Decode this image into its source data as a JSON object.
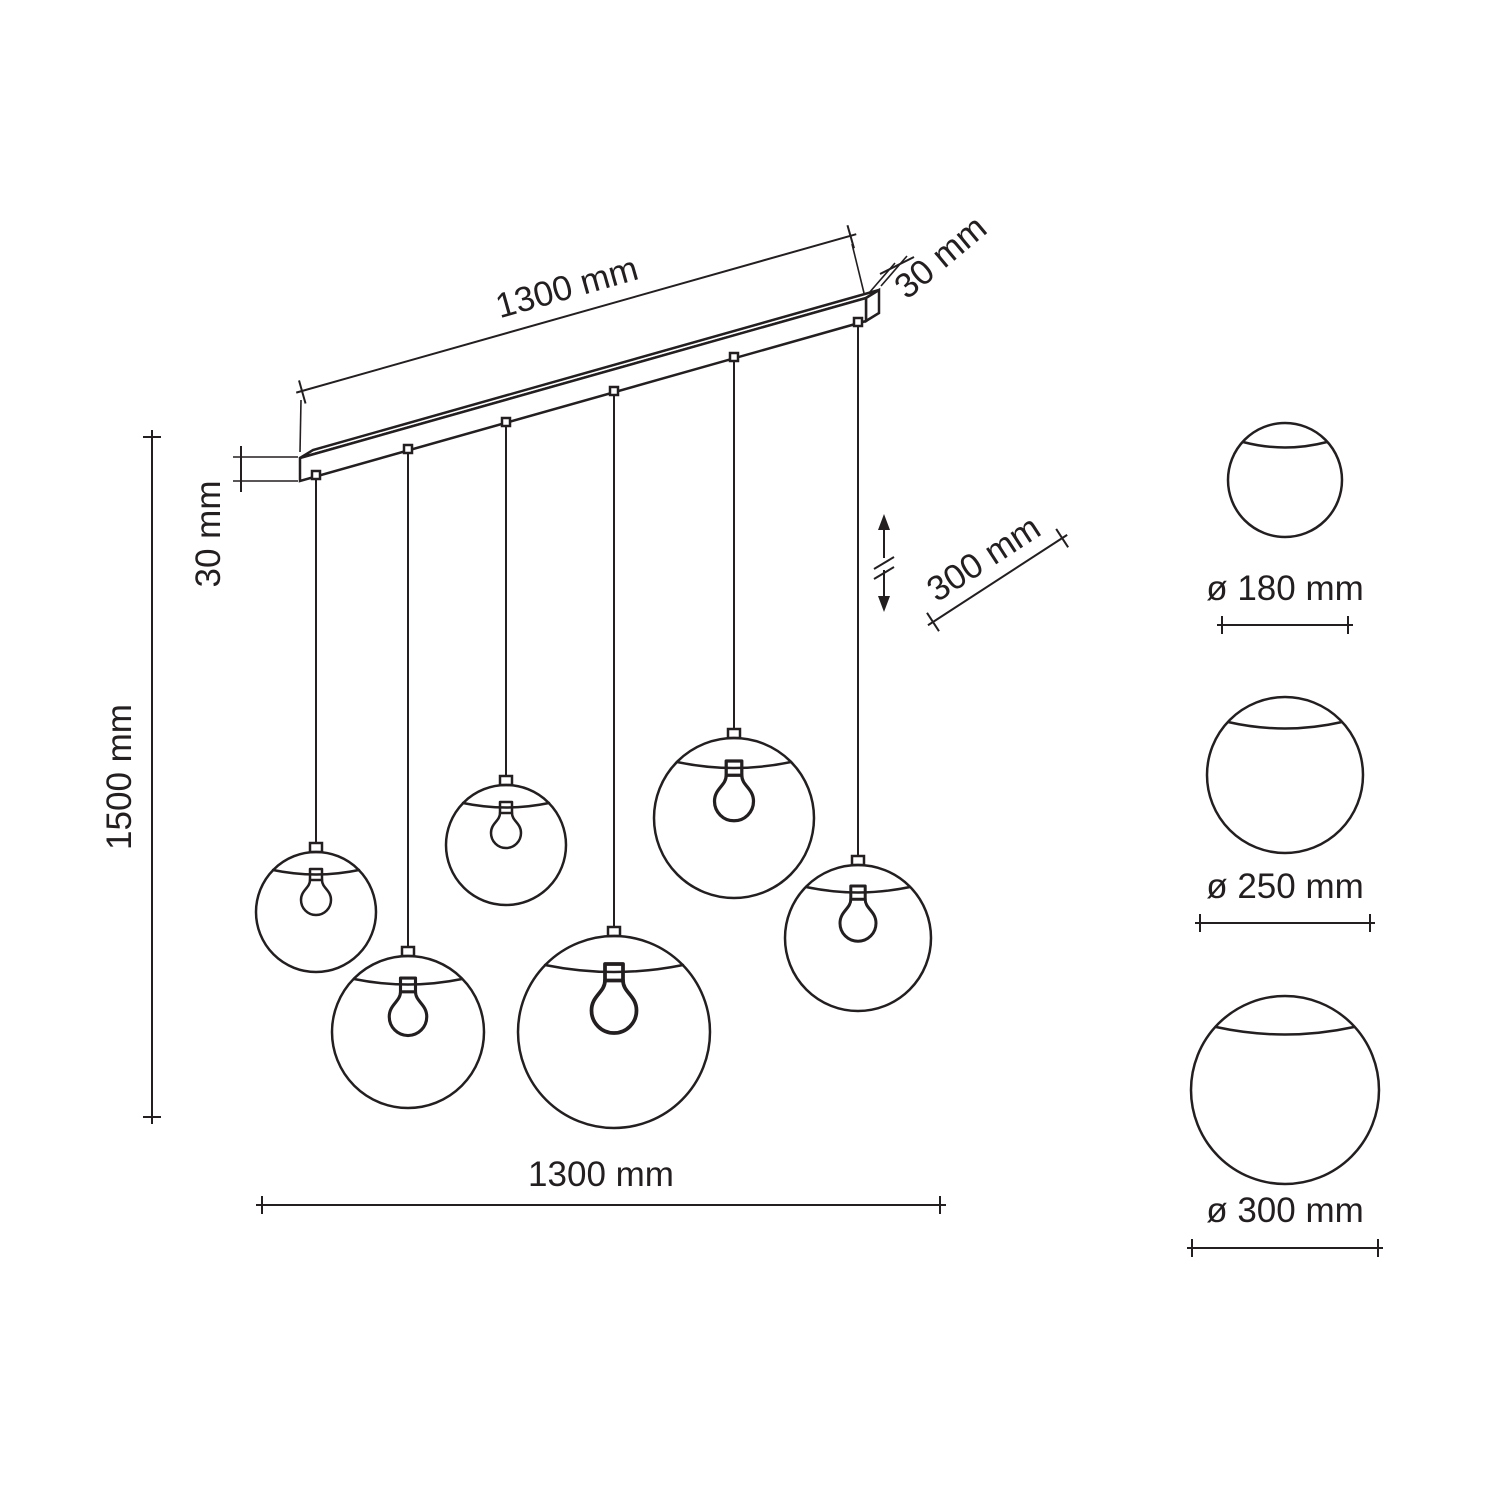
{
  "canvas": {
    "background": "#ffffff",
    "line_color": "#231f20"
  },
  "dimensions": {
    "bar_length": "1300 mm",
    "bar_depth": "30 mm",
    "bar_height": "30 mm",
    "overall_height": "1500 mm",
    "cord_adjustment": "300 mm",
    "overall_width": "1300 mm"
  },
  "legend": {
    "small": "ø 180 mm",
    "medium": "ø 250 mm",
    "large": "ø 300 mm"
  }
}
